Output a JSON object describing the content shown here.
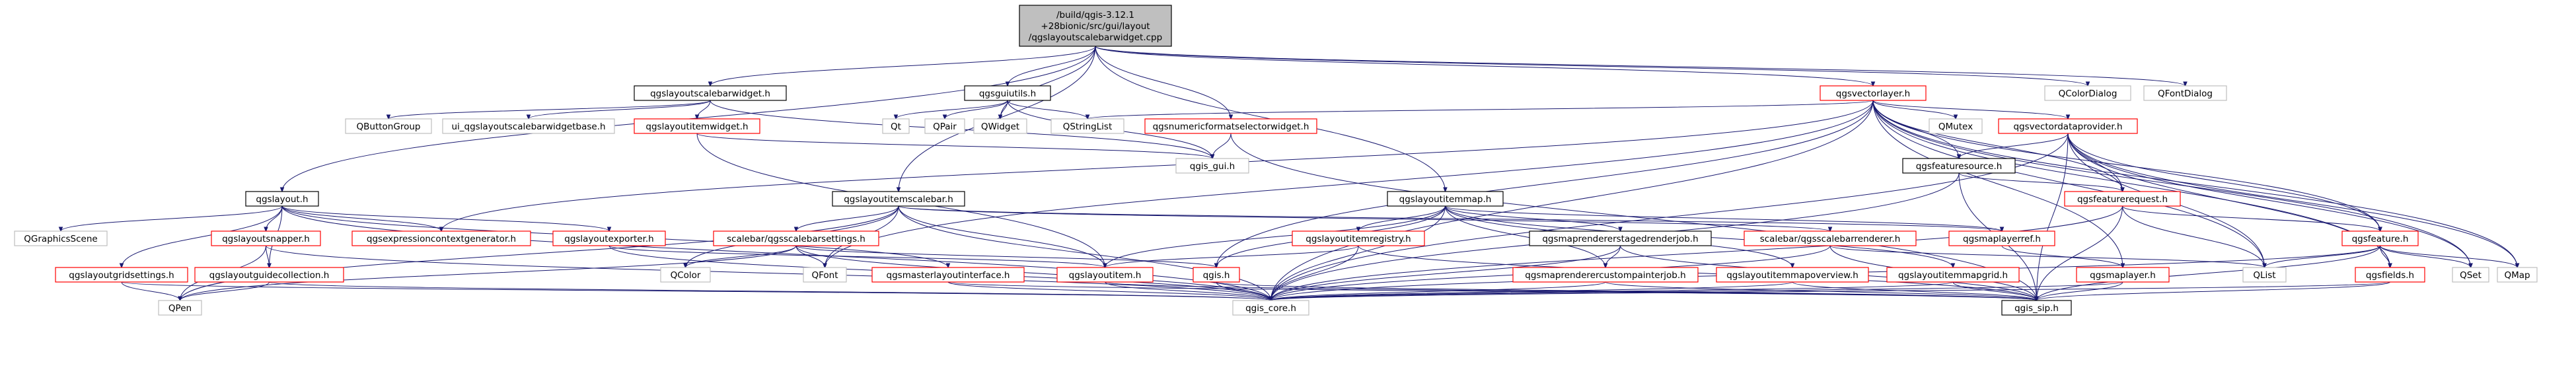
{
  "colors": {
    "red": "#ff0000",
    "gray": "#bfbfbf",
    "black": "#000000",
    "edge": "midnightblue",
    "root_fill": "#bfbfbf",
    "node_fill": "#ffffff"
  },
  "nodes": [
    {
      "id": "root",
      "label": [
        "/build/qgis-3.12.1",
        "+28bionic/src/gui/layout",
        "/qgslayoutscalebarwidget.cpp"
      ],
      "kind": "root"
    },
    {
      "id": "qgslayoutscalebarwidget",
      "label": [
        "qgslayoutscalebarwidget.h"
      ],
      "kind": "black"
    },
    {
      "id": "qgsguiutils",
      "label": [
        "qgsguiutils.h"
      ],
      "kind": "black"
    },
    {
      "id": "qgsvectorlayer",
      "label": [
        "qgsvectorlayer.h"
      ],
      "kind": "red"
    },
    {
      "id": "QColorDialog",
      "label": [
        "QColorDialog"
      ],
      "kind": "gray"
    },
    {
      "id": "QFontDialog",
      "label": [
        "QFontDialog"
      ],
      "kind": "gray"
    },
    {
      "id": "QButtonGroup",
      "label": [
        "QButtonGroup"
      ],
      "kind": "gray"
    },
    {
      "id": "ui_scalebar",
      "label": [
        "ui_qgslayoutscalebarwidgetbase.h"
      ],
      "kind": "gray"
    },
    {
      "id": "qgslayoutitemwidget",
      "label": [
        "qgslayoutitemwidget.h"
      ],
      "kind": "red"
    },
    {
      "id": "Qt",
      "label": [
        "Qt"
      ],
      "kind": "gray"
    },
    {
      "id": "QPair",
      "label": [
        "QPair"
      ],
      "kind": "gray"
    },
    {
      "id": "QWidget",
      "label": [
        "QWidget"
      ],
      "kind": "gray"
    },
    {
      "id": "QStringList",
      "label": [
        "QStringList"
      ],
      "kind": "gray"
    },
    {
      "id": "qgsnumericformat",
      "label": [
        "qgsnumericformatselectorwidget.h"
      ],
      "kind": "red"
    },
    {
      "id": "QMutex",
      "label": [
        "QMutex"
      ],
      "kind": "gray"
    },
    {
      "id": "qgsvectordataprovider",
      "label": [
        "qgsvectordataprovider.h"
      ],
      "kind": "red"
    },
    {
      "id": "qgis_gui",
      "label": [
        "qgis_gui.h"
      ],
      "kind": "gray"
    },
    {
      "id": "qgsfeaturesource",
      "label": [
        "qgsfeaturesource.h"
      ],
      "kind": "black"
    },
    {
      "id": "qgslayout",
      "label": [
        "qgslayout.h"
      ],
      "kind": "black"
    },
    {
      "id": "qgslayoutitemscalebar",
      "label": [
        "qgslayoutitemscalebar.h"
      ],
      "kind": "black"
    },
    {
      "id": "qgslayoutitemmap",
      "label": [
        "qgslayoutitemmap.h"
      ],
      "kind": "black"
    },
    {
      "id": "qgsfeaturerequest",
      "label": [
        "qgsfeaturerequest.h"
      ],
      "kind": "red"
    },
    {
      "id": "QGraphicsScene",
      "label": [
        "QGraphicsScene"
      ],
      "kind": "gray"
    },
    {
      "id": "qgslayoutsnapper",
      "label": [
        "qgslayoutsnapper.h"
      ],
      "kind": "red"
    },
    {
      "id": "qgsexpressioncontextgenerator",
      "label": [
        "qgsexpressioncontextgenerator.h"
      ],
      "kind": "red"
    },
    {
      "id": "qgslayoutexporter",
      "label": [
        "qgslayoutexporter.h"
      ],
      "kind": "red"
    },
    {
      "id": "qgsscalebarsettings",
      "label": [
        "scalebar/qgsscalebarsettings.h"
      ],
      "kind": "red"
    },
    {
      "id": "qgslayoutitemregistry",
      "label": [
        "qgslayoutitemregistry.h"
      ],
      "kind": "red"
    },
    {
      "id": "qgsmaprendererstaged",
      "label": [
        "qgsmaprendererstagedrenderjob.h"
      ],
      "kind": "black"
    },
    {
      "id": "qgsscalebarrenderer",
      "label": [
        "scalebar/qgsscalebarrenderer.h"
      ],
      "kind": "red"
    },
    {
      "id": "qgsmaplayerref",
      "label": [
        "qgsmaplayerref.h"
      ],
      "kind": "red"
    },
    {
      "id": "qgsfeature",
      "label": [
        "qgsfeature.h"
      ],
      "kind": "red"
    },
    {
      "id": "qgslayoutgridsettings",
      "label": [
        "qgslayoutgridsettings.h"
      ],
      "kind": "red"
    },
    {
      "id": "qgslayoutguidecollection",
      "label": [
        "qgslayoutguidecollection.h"
      ],
      "kind": "red"
    },
    {
      "id": "QColor",
      "label": [
        "QColor"
      ],
      "kind": "gray"
    },
    {
      "id": "QFont",
      "label": [
        "QFont"
      ],
      "kind": "gray"
    },
    {
      "id": "qgsmasterlayoutinterface",
      "label": [
        "qgsmasterlayoutinterface.h"
      ],
      "kind": "red"
    },
    {
      "id": "qgslayoutitem",
      "label": [
        "qgslayoutitem.h"
      ],
      "kind": "red"
    },
    {
      "id": "qgis",
      "label": [
        "qgis.h"
      ],
      "kind": "red"
    },
    {
      "id": "qgsmaprenderercustompainter",
      "label": [
        "qgsmaprenderercustompainterjob.h"
      ],
      "kind": "red"
    },
    {
      "id": "qgslayoutitemmapoverview",
      "label": [
        "qgslayoutitemmapoverview.h"
      ],
      "kind": "red"
    },
    {
      "id": "qgslayoutitemmapgrid",
      "label": [
        "qgslayoutitemmapgrid.h"
      ],
      "kind": "red"
    },
    {
      "id": "qgsmaplayer",
      "label": [
        "qgsmaplayer.h"
      ],
      "kind": "red"
    },
    {
      "id": "QList",
      "label": [
        "QList"
      ],
      "kind": "gray"
    },
    {
      "id": "qgsfields",
      "label": [
        "qgsfields.h"
      ],
      "kind": "red"
    },
    {
      "id": "QSet",
      "label": [
        "QSet"
      ],
      "kind": "gray"
    },
    {
      "id": "QMap",
      "label": [
        "QMap"
      ],
      "kind": "gray"
    },
    {
      "id": "QPen",
      "label": [
        "QPen"
      ],
      "kind": "gray"
    },
    {
      "id": "qgis_core",
      "label": [
        "qgis_core.h"
      ],
      "kind": "gray"
    },
    {
      "id": "qgis_sip",
      "label": [
        "qgis_sip.h"
      ],
      "kind": "black"
    }
  ]
}
